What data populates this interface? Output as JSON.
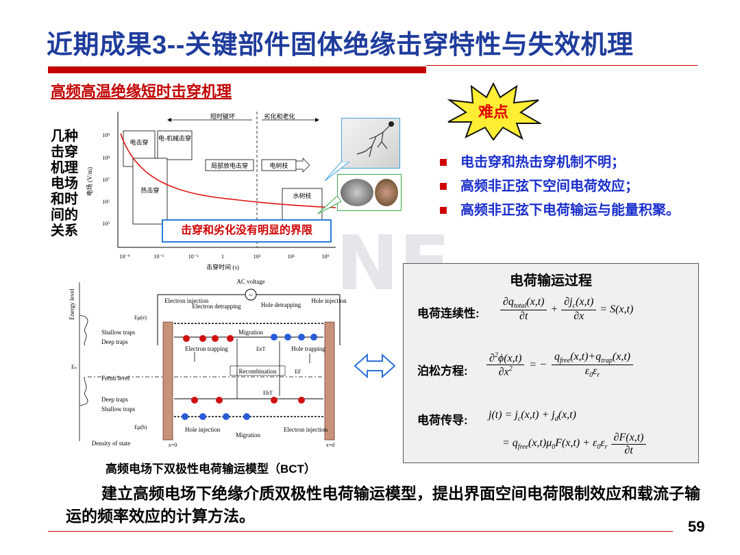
{
  "slide": {
    "title": "近期成果3--关键部件固体绝缘击穿特性与失效机理",
    "subtitle": "高频高温绝缘短时击穿机理",
    "side_label": "几种击穿机理电场和时间的关系",
    "page_number": "59",
    "conclusion": "建立高频电场下绝缘介质双极性电荷输运模型，提出界面空间电荷限制效应和载流子输运的频率效应的计算方法。"
  },
  "difficulty": {
    "label": "难点",
    "bullets": [
      "电击穿和热击穿机制不明；",
      "高频非正弦下空间电荷效应；",
      "高频非正弦下电荷输运与能量积聚。"
    ]
  },
  "breakdown_chart": {
    "top_left_label": "短时破坏",
    "top_right_label": "劣化和老化",
    "ylabel": "电场 (V/m)",
    "xlabel": "击穿时间 (s)",
    "y_ticks": [
      "10⁹",
      "10⁸",
      "10⁷",
      "10⁶",
      "10⁵"
    ],
    "x_ticks": [
      "10⁻⁹",
      "10⁻⁶",
      "10⁻³",
      "1",
      "10³",
      "10⁶",
      "10⁹"
    ],
    "boxes": [
      "电击穿",
      "电-机械击穿",
      "热击穿",
      "局部放电击穿",
      "电树枝",
      "水树枝"
    ],
    "note": "击穿和劣化没有明显的界限"
  },
  "bct_model": {
    "top_label": "AC voltage",
    "energy_axis": "Energy level",
    "density_axis": "Density of state",
    "left_labels": [
      "Shallow traps",
      "Deep traps",
      "Fermi level",
      "Deep traps",
      "Shallow traps"
    ],
    "e_labels": [
      "Eμ(e)",
      "Eₙ",
      "Eμ(h)"
    ],
    "inner_labels": {
      "electron_injection": "Electron injection",
      "electron_detrapping": "Electron detrapping",
      "hole_detrapping": "Hole detrapping",
      "hole_injection": "Hole injection",
      "migration_top": "Migration",
      "electron_trapping": "Electron trapping",
      "e_et": "EeT",
      "hole_trapping": "Hole trapping",
      "recombination": "Recombination",
      "e_f": "EF",
      "e_ht": "EhT",
      "hole_injection_bottom": "Hole injection",
      "migration_bottom": "Migration",
      "electron_injection_bottom": "Electron injection",
      "x0": "x=0",
      "xd": "x=d"
    },
    "caption": "高频电场下双极性电荷输运模型（BCT）"
  },
  "charge_transport": {
    "title": "电荷输运过程",
    "continuity_label": "电荷连续性:",
    "poisson_label": "泊松方程:",
    "conduction_label": "电荷传导:"
  },
  "colors": {
    "title_blue": "#1f3c9c",
    "accent_red": "#c00000",
    "bullet_blue": "#1a2ecc",
    "burst_yellow": "#ffee33"
  }
}
